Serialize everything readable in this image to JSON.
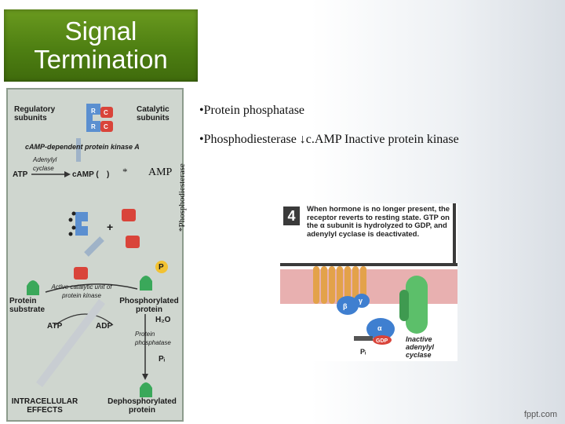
{
  "title": {
    "line1": "Signal",
    "line2": "Termination"
  },
  "bullets": [
    "•Protein phosphatase",
    "•Phosphodiesterase  ↓c.AMP  Inactive protein kinase"
  ],
  "vertical_label": "*Phosphodiesterase",
  "star": "*",
  "amp": "AMP",
  "diagram_labels": {
    "regulatory_subunits": "Regulatory subunits",
    "catalytic_subunits": "Catalytic subunits",
    "r": "R",
    "c": "C",
    "kinase_a": "cAMP-dependent protein kinase A",
    "adenylyl_cyclase": "Adenylyl cyclase",
    "atp": "ATP",
    "camp": "cAMP (",
    "camp_close": ")",
    "plus": "+",
    "p": "P",
    "active_unit": "Active catalytic unit of protein kinase",
    "protein_substrate": "Protein substrate",
    "phosphorylated_protein": "Phosphorylated protein",
    "atp2": "ATP",
    "adp": "ADP",
    "h2o": "H₂O",
    "protein_phosphatase": "Protein phosphatase",
    "pi": "Pᵢ",
    "intracellular_effects": "INTRACELLULAR EFFECTS",
    "dephosphorylated_protein": "Dephosphorylated protein"
  },
  "figure4": {
    "step": "4",
    "caption": "When hormone is no longer present, the receptor reverts to resting state. GTP on the α subunit is hydrolyzed to GDP, and adenylyl cyclase is deactivated.",
    "beta": "β",
    "gamma": "γ",
    "alpha": "α",
    "gdp": "GDP",
    "pi": "Pᵢ",
    "inactive_label": "Inactive adenylyl cyclase"
  },
  "logo": "fppt.com",
  "colors": {
    "title_bg": "#4e7f12",
    "regulatory": "#5b8fd0",
    "catalytic": "#d9443a",
    "protein": "#3aa85a",
    "phosphate": "#f2c232",
    "panel_bg": "#cfd6cf"
  }
}
